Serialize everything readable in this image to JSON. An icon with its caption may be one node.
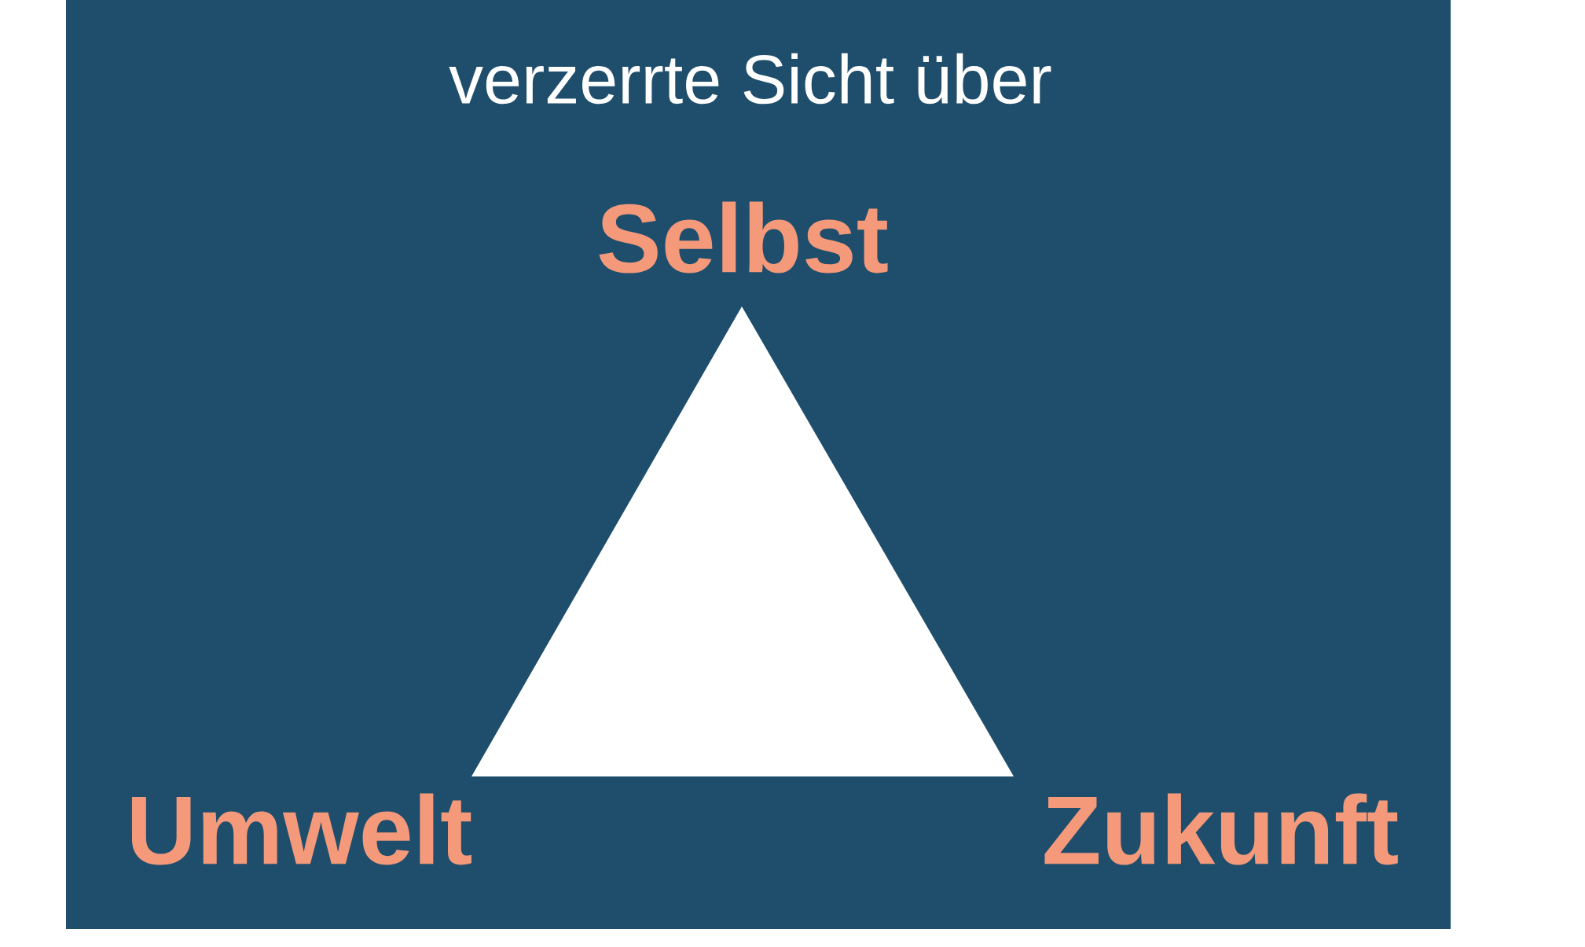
{
  "diagram": {
    "title": "verzerrte Sicht über",
    "nodes": [
      {
        "text": [],
        "shape": "triangle"
      }
    ],
    "labels": [
      "Selbst",
      "Umwelt",
      "Zukunft"
    ]
  }
}
